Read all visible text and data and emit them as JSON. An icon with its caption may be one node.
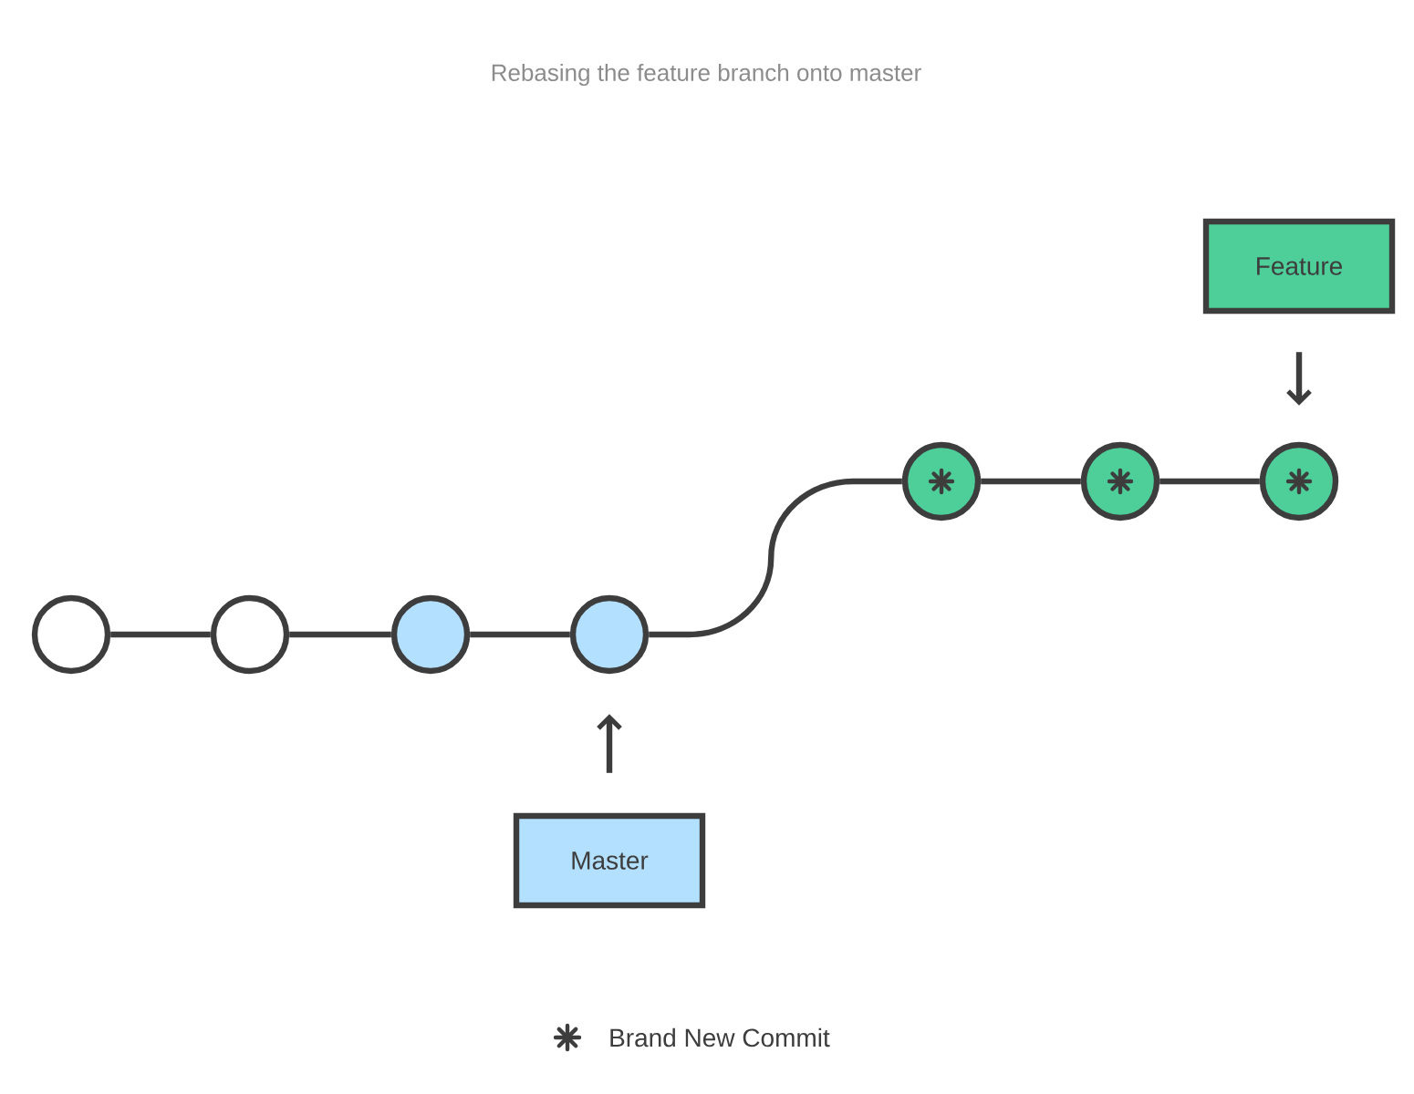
{
  "diagram": {
    "title": "Rebasing the feature branch onto master",
    "nodes": [
      {
        "text": [],
        "shape": "circle"
      },
      {
        "text": [],
        "shape": "circle"
      },
      {
        "text": [],
        "shape": "circle"
      },
      {
        "text": [],
        "shape": "circle"
      },
      {
        "text": [],
        "shape": "circle"
      },
      {
        "text": [],
        "shape": "circle"
      },
      {
        "text": [],
        "shape": "circle"
      },
      {
        "text": [
          "Master"
        ]
      },
      {
        "text": [
          "Feature"
        ]
      }
    ],
    "edges": [
      {
        "from": 0,
        "to": 1,
        "arrow": "none"
      },
      {
        "from": 1,
        "to": 2,
        "arrow": "none"
      },
      {
        "from": 2,
        "to": 3,
        "arrow": "none"
      },
      {
        "from": 3,
        "to": 4,
        "arrow": "none"
      },
      {
        "from": 4,
        "to": 5,
        "arrow": "none"
      },
      {
        "from": 5,
        "to": 6,
        "arrow": "none"
      },
      {
        "from": 7,
        "to": 3,
        "arrow": "to"
      },
      {
        "from": 8,
        "to": 6,
        "arrow": "to"
      }
    ],
    "legend": [
      {
        "text": "Brand New Commit"
      }
    ]
  }
}
